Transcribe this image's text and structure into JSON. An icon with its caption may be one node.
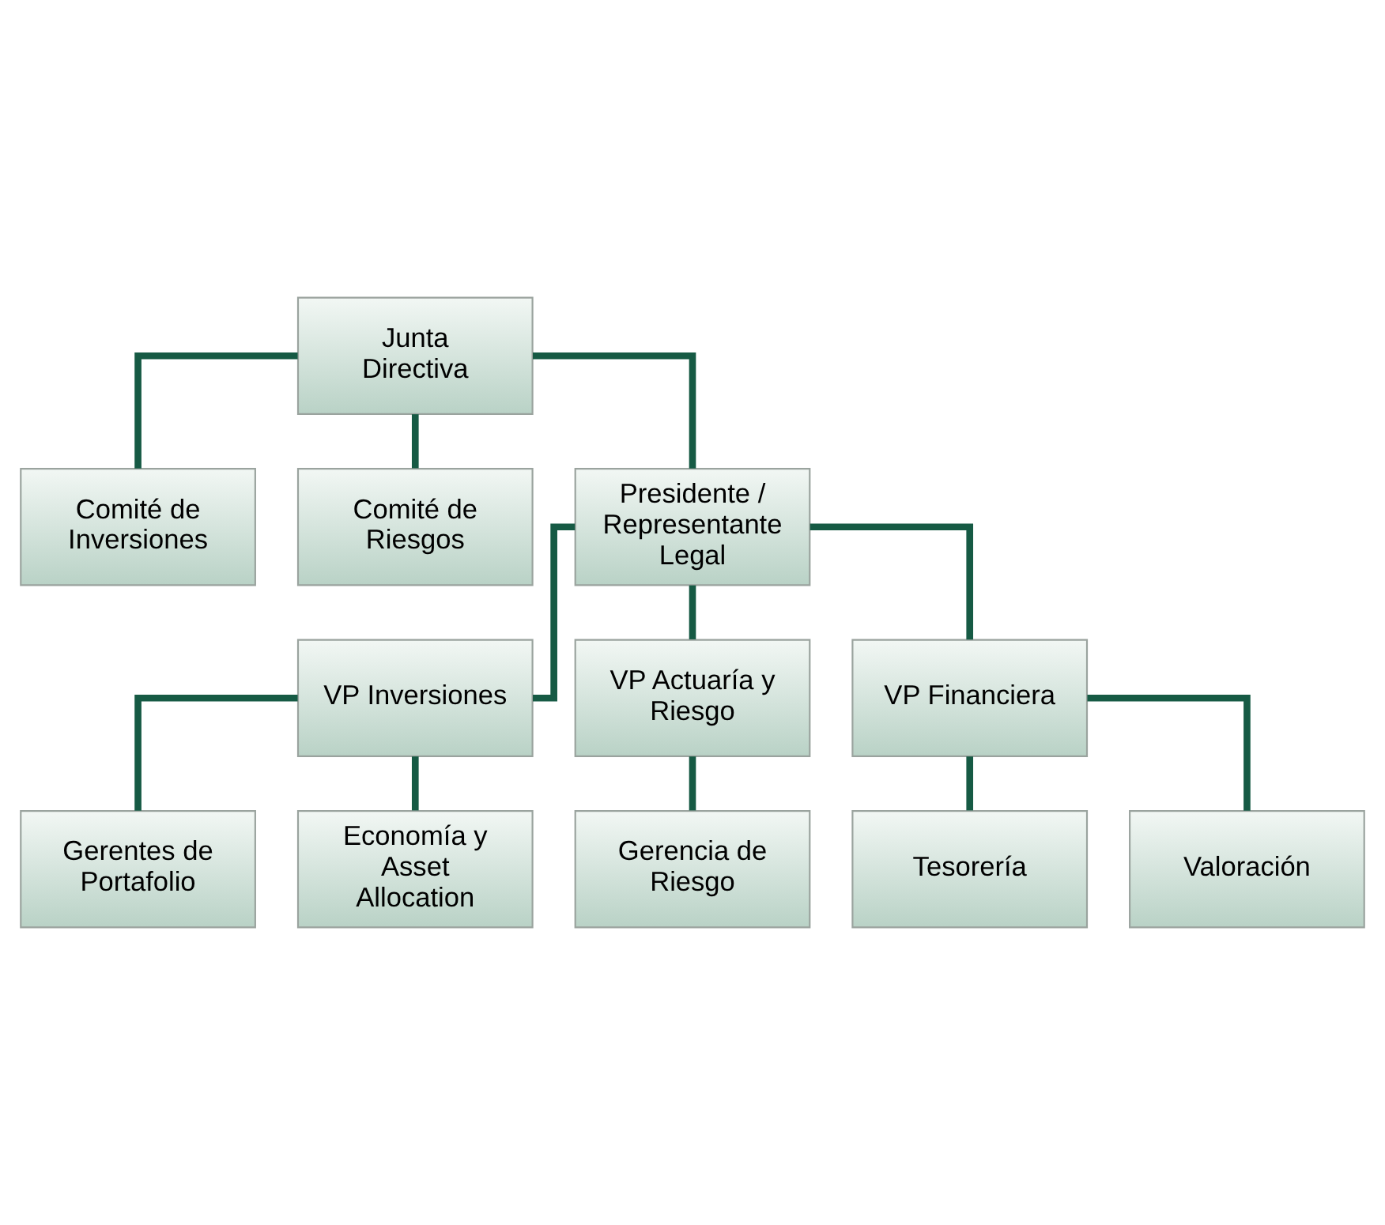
{
  "diagram": {
    "nodes": [
      {
        "text": [
          "Junta Directiva"
        ]
      },
      {
        "text": [
          "Comité de Inversiones"
        ]
      },
      {
        "text": [
          "Comité de Riesgos"
        ]
      },
      {
        "text": [
          "Presidente / Representante Legal"
        ]
      },
      {
        "text": [
          "VP Inversiones"
        ]
      },
      {
        "text": [
          "VP Actuaría y Riesgo"
        ]
      },
      {
        "text": [
          "VP Financiera"
        ]
      },
      {
        "text": [
          "Gerentes de Portafolio"
        ]
      },
      {
        "text": [
          "Economía y Asset Allocation"
        ]
      },
      {
        "text": [
          "Gerencia de Riesgo"
        ]
      },
      {
        "text": [
          "Tesorería"
        ]
      },
      {
        "text": [
          "Valoración"
        ]
      }
    ],
    "edges": [
      {
        "from": 0,
        "to": 1,
        "arrow": "none"
      },
      {
        "from": 0,
        "to": 2,
        "arrow": "none"
      },
      {
        "from": 0,
        "to": 3,
        "arrow": "none"
      },
      {
        "from": 3,
        "to": 4,
        "arrow": "none"
      },
      {
        "from": 3,
        "to": 5,
        "arrow": "none"
      },
      {
        "from": 3,
        "to": 6,
        "arrow": "none"
      },
      {
        "from": 4,
        "to": 7,
        "arrow": "none"
      },
      {
        "from": 4,
        "to": 8,
        "arrow": "none"
      },
      {
        "from": 5,
        "to": 9,
        "arrow": "none"
      },
      {
        "from": 6,
        "to": 10,
        "arrow": "none"
      },
      {
        "from": 6,
        "to": 11,
        "arrow": "none"
      }
    ]
  }
}
